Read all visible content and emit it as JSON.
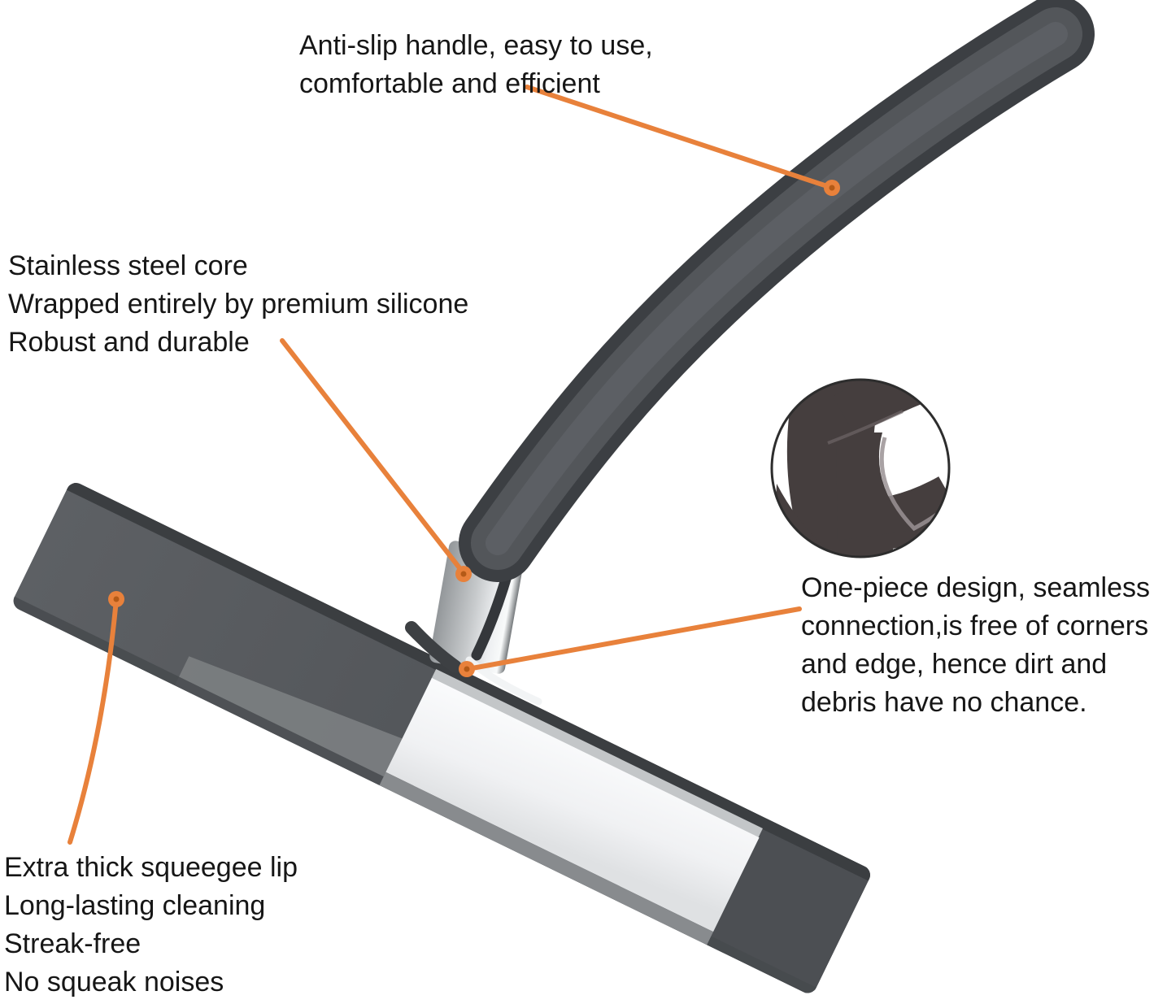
{
  "figure_title": "shower-squeegee-feature-infographic",
  "colors": {
    "background": "#ffffff",
    "accent": "#e8813b",
    "accent_dark": "#b45a17",
    "text": "#161616",
    "handle": "#51555a",
    "handle_edge": "#3c3f43",
    "blade": "#55585c",
    "blade_bevel": "#3b3e41",
    "blade_face_white": "#f4f5f6",
    "blade_lip_gray": "#7c7f82",
    "steel_sleeve": "#c6c9cb",
    "inset_part": "#453e3e"
  },
  "annotations": {
    "handle": {
      "lines": [
        "Anti-slip handle, easy to use,",
        "comfortable and efficient"
      ]
    },
    "core": {
      "lines": [
        "Stainless steel core",
        "Wrapped entirely by premium silicone",
        "Robust and durable"
      ]
    },
    "one_piece": {
      "lines": [
        "One-piece design, seamless",
        "connection,is free of corners",
        "and edge, hence dirt and",
        "debris have no chance."
      ]
    },
    "lip": {
      "lines": [
        "Extra thick squeegee lip",
        "Long-lasting cleaning",
        "Streak-free",
        "No squeak noises"
      ]
    }
  }
}
